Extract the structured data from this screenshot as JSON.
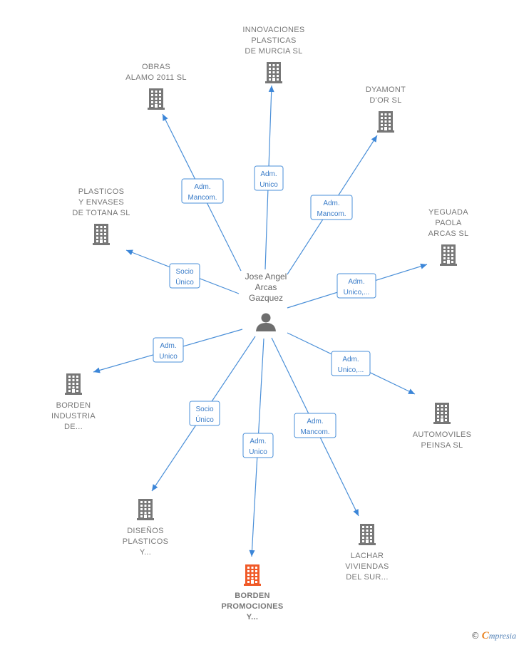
{
  "center": {
    "lines": [
      "Jose Angel",
      "Arcas",
      "Gazquez"
    ],
    "icon": "person-icon"
  },
  "companies": [
    {
      "id": "innovaciones",
      "lines": [
        "INNOVACIONES",
        "PLASTICAS",
        "DE MURCIA  SL"
      ],
      "icon": "building-icon",
      "color": "#777777",
      "highlight": false
    },
    {
      "id": "obras",
      "lines": [
        "OBRAS",
        "ALAMO 2011 SL"
      ],
      "icon": "building-icon",
      "color": "#777777",
      "highlight": false
    },
    {
      "id": "dyamont",
      "lines": [
        "DYAMONT",
        "D'OR SL"
      ],
      "icon": "building-icon",
      "color": "#777777",
      "highlight": false
    },
    {
      "id": "plasticos-totana",
      "lines": [
        "PLASTICOS",
        "Y ENVASES",
        "DE TOTANA  SL"
      ],
      "icon": "building-icon",
      "color": "#777777",
      "highlight": false
    },
    {
      "id": "yeguada",
      "lines": [
        "YEGUADA",
        "PAOLA",
        "ARCAS  SL"
      ],
      "icon": "building-icon",
      "color": "#777777",
      "highlight": false
    },
    {
      "id": "borden-industria",
      "lines": [
        "BORDEN",
        "INDUSTRIA",
        "DE..."
      ],
      "icon": "building-icon",
      "color": "#777777",
      "highlight": false
    },
    {
      "id": "automoviles",
      "lines": [
        "AUTOMOVILES",
        "PEINSA SL"
      ],
      "icon": "building-icon",
      "color": "#777777",
      "highlight": false
    },
    {
      "id": "disenos",
      "lines": [
        "DISEÑOS",
        "PLASTICOS",
        "Y..."
      ],
      "icon": "building-icon",
      "color": "#777777",
      "highlight": false
    },
    {
      "id": "borden-promociones",
      "lines": [
        "BORDEN",
        "PROMOCIONES",
        "Y..."
      ],
      "icon": "building-icon",
      "color": "#f05a28",
      "highlight": true
    },
    {
      "id": "lachar",
      "lines": [
        "LACHAR",
        "VIVIENDAS",
        "DEL SUR..."
      ],
      "icon": "building-icon",
      "color": "#777777",
      "highlight": false
    }
  ],
  "relations": [
    {
      "target": "innovaciones",
      "lines": [
        "Adm.",
        "Unico"
      ]
    },
    {
      "target": "obras",
      "lines": [
        "Adm.",
        "Mancom."
      ]
    },
    {
      "target": "dyamont",
      "lines": [
        "Adm.",
        "Mancom."
      ]
    },
    {
      "target": "plasticos-totana",
      "lines": [
        "Socio",
        "Único"
      ]
    },
    {
      "target": "yeguada",
      "lines": [
        "Adm.",
        "Unico,..."
      ]
    },
    {
      "target": "borden-industria",
      "lines": [
        "Adm.",
        "Unico"
      ]
    },
    {
      "target": "automoviles",
      "lines": [
        "Adm.",
        "Unico,..."
      ]
    },
    {
      "target": "disenos",
      "lines": [
        "Socio",
        "Único"
      ]
    },
    {
      "target": "borden-promociones",
      "lines": [
        "Adm.",
        "Unico"
      ]
    },
    {
      "target": "lachar",
      "lines": [
        "Adm.",
        "Mancom."
      ]
    }
  ],
  "footer": {
    "copyright": "©",
    "brand_initial": "C",
    "brand_rest": "mpresia"
  }
}
